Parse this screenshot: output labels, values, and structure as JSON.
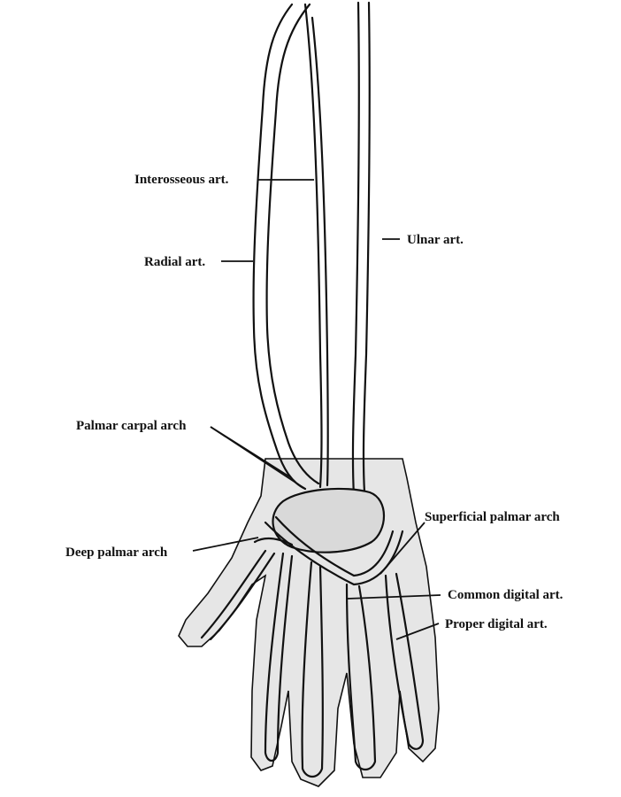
{
  "labels": {
    "interosseous": "Interosseous art.",
    "ulnar": "Ulnar art.",
    "radial": "Radial art.",
    "palmar_carpal": "Palmar carpal arch",
    "superficial_palmar": "Superficial palmar arch",
    "deep_palmar": "Deep palmar arch",
    "common_digital": "Common digital art.",
    "proper_digital": "Proper digital art."
  },
  "colors": {
    "hand_fill": "#e6e6e6",
    "ink": "#111111",
    "background": "#ffffff"
  }
}
